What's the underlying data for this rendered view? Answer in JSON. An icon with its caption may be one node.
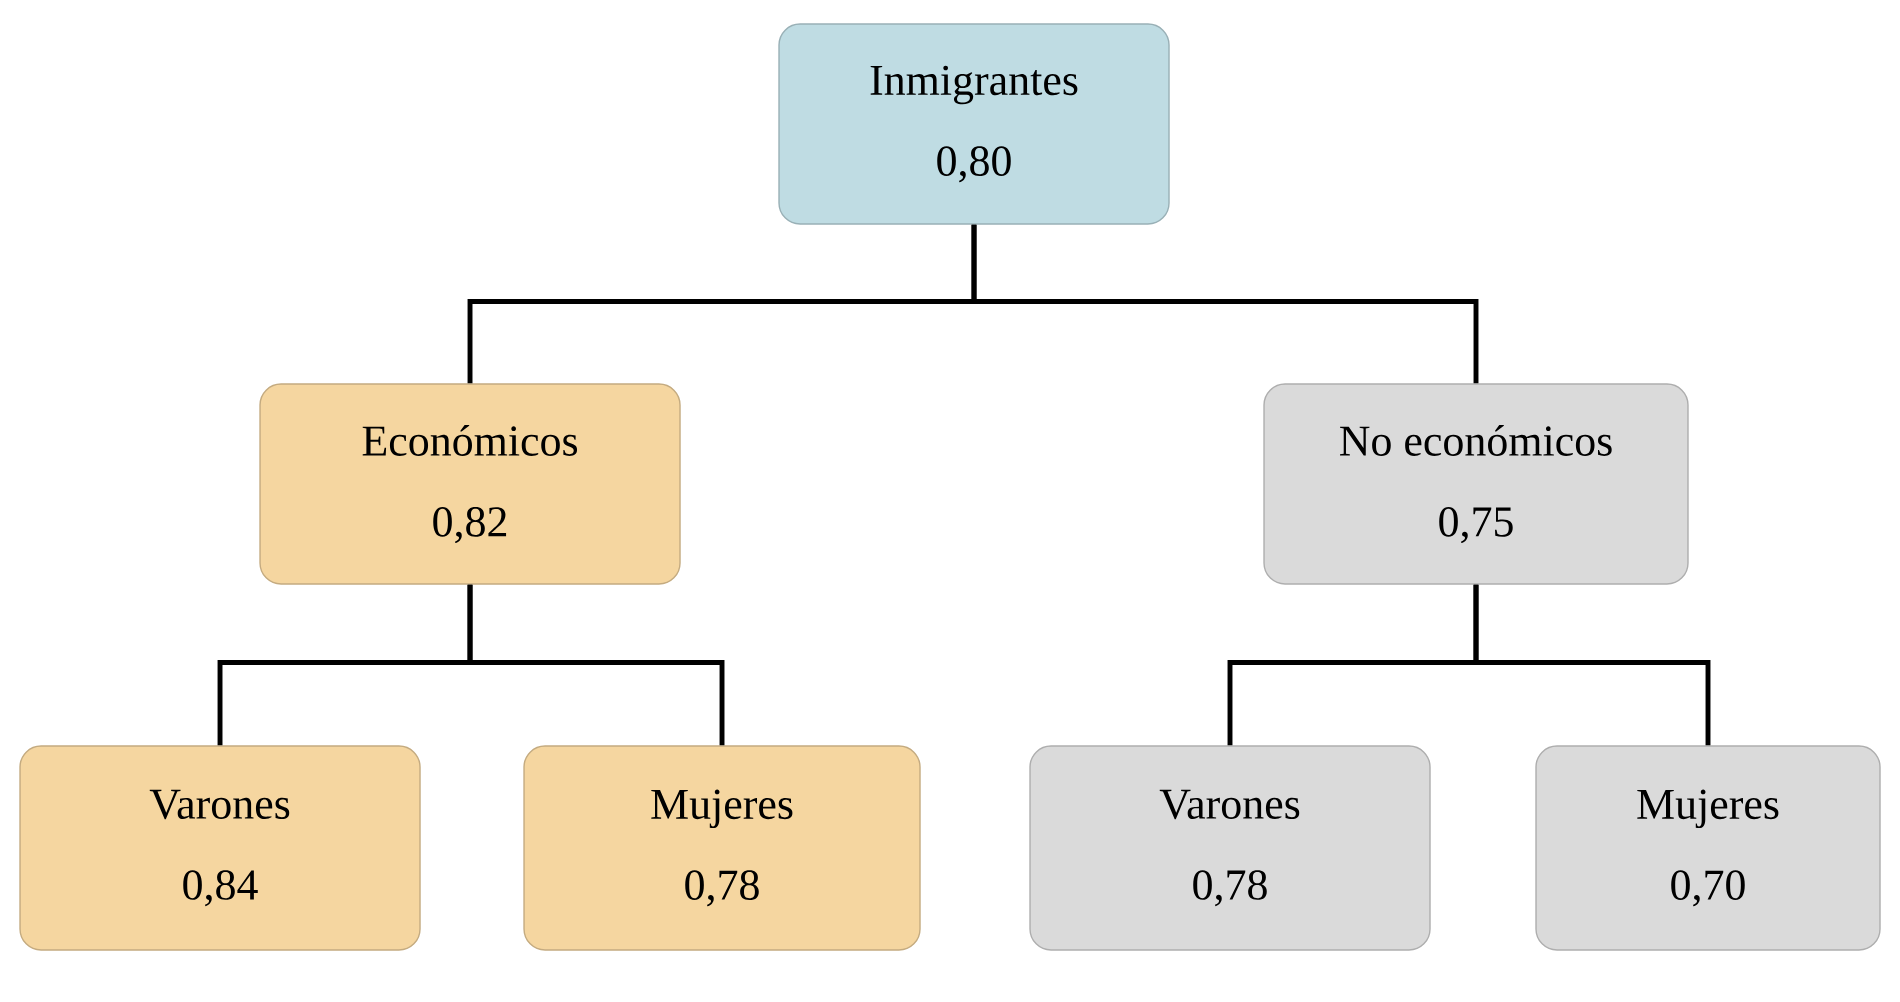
{
  "diagram": {
    "nodes": [
      {
        "text": [
          "Inmigrantes",
          "0,80"
        ]
      },
      {
        "text": [
          "Económicos",
          "0,82"
        ]
      },
      {
        "text": [
          "No económicos",
          "0,75"
        ]
      },
      {
        "text": [
          "Varones",
          "0,84"
        ]
      },
      {
        "text": [
          "Mujeres",
          "0,78"
        ]
      },
      {
        "text": [
          "Varones",
          "0,78"
        ]
      },
      {
        "text": [
          "Mujeres",
          "0,70"
        ]
      }
    ],
    "edges": [
      {
        "from": 0,
        "to": 1,
        "arrow": "none"
      },
      {
        "from": 0,
        "to": 2,
        "arrow": "none"
      },
      {
        "from": 1,
        "to": 3,
        "arrow": "none"
      },
      {
        "from": 1,
        "to": 4,
        "arrow": "none"
      },
      {
        "from": 2,
        "to": 5,
        "arrow": "none"
      },
      {
        "from": 2,
        "to": 6,
        "arrow": "none"
      }
    ]
  }
}
